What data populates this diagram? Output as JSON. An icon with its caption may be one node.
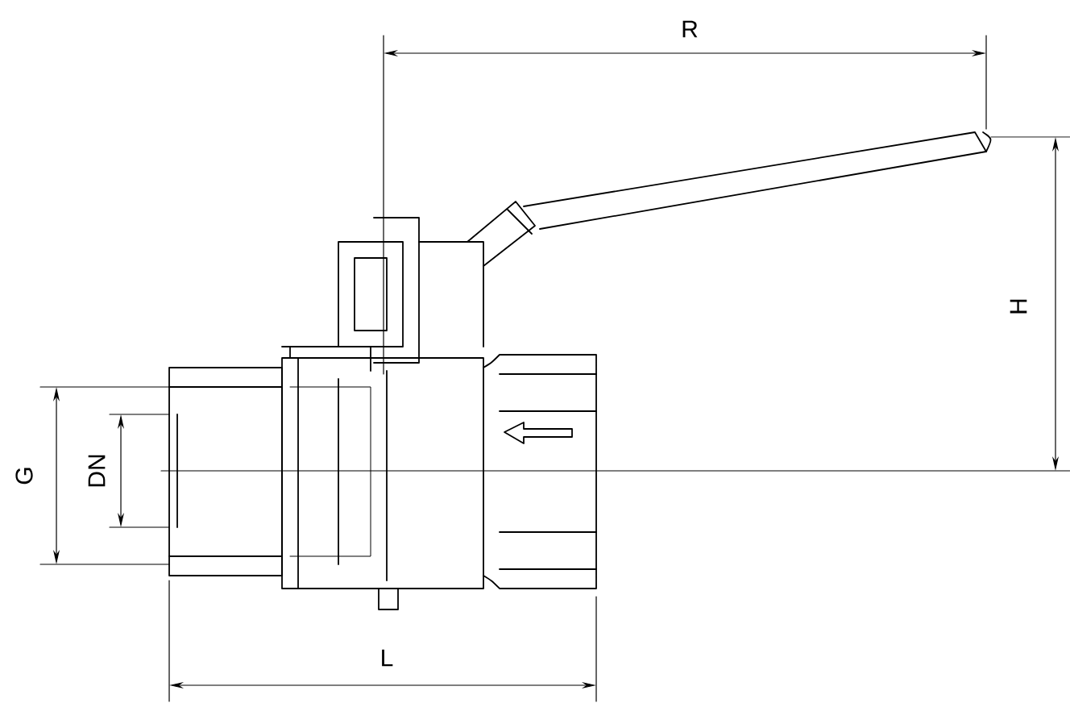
{
  "diagram": {
    "labels": [
      "R",
      "H",
      "G",
      "DN",
      "L"
    ]
  }
}
